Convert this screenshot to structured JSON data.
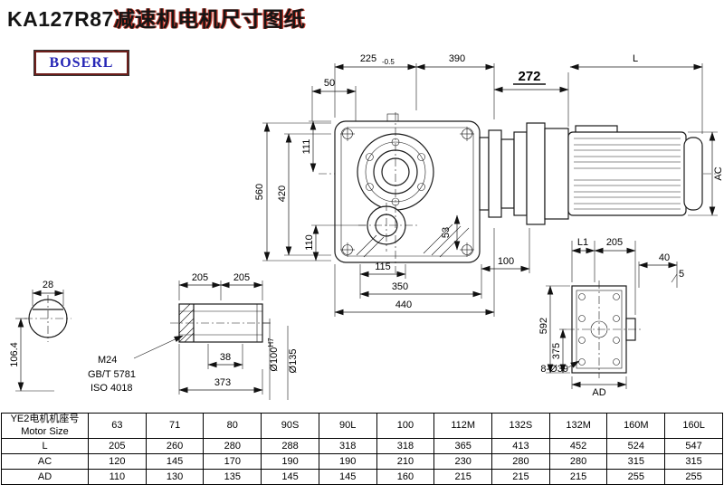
{
  "header": {
    "title_model": "KA127R87",
    "title_suffix": "减速机电机尺寸图纸",
    "logo": "BOSERL"
  },
  "drawing": {
    "top": {
      "d50": "50",
      "d225": "225",
      "tol": "-0.5",
      "d390": "390",
      "d272": "272",
      "L": "L"
    },
    "left": {
      "d560": "560",
      "d420": "420",
      "d111": "111",
      "d110": "110"
    },
    "front": {
      "d53": "53",
      "d115": "115",
      "d100": "100",
      "d350": "350",
      "d440": "440"
    },
    "right": {
      "AC": "AC"
    },
    "shaft_section": {
      "d28": "28",
      "d106": "106.4"
    },
    "shaft_detail": {
      "d205a": "205",
      "d205b": "205",
      "m24": "M24",
      "gbt": "GB/T 5781",
      "iso": "ISO 4018",
      "d38": "38",
      "d373": "373",
      "dia100": "Ø100",
      "h7": "H7",
      "dia135": "Ø135"
    },
    "rear": {
      "L1": "L1",
      "d205": "205",
      "d40": "40",
      "d5": "5",
      "d592": "592",
      "d375": "375",
      "AD": "AD",
      "holes": "8-Ø39"
    }
  },
  "table": {
    "row_header_cn": "YE2电机机座号",
    "row_header_en": "Motor Size",
    "sizes": [
      "63",
      "71",
      "80",
      "90S",
      "90L",
      "100",
      "112M",
      "132S",
      "132M",
      "160M",
      "160L"
    ],
    "rows": [
      {
        "label": "L",
        "values": [
          "205",
          "260",
          "280",
          "288",
          "318",
          "318",
          "365",
          "413",
          "452",
          "524",
          "547"
        ]
      },
      {
        "label": "AC",
        "values": [
          "120",
          "145",
          "170",
          "190",
          "190",
          "210",
          "230",
          "280",
          "280",
          "315",
          "315"
        ]
      },
      {
        "label": "AD",
        "values": [
          "110",
          "130",
          "135",
          "145",
          "145",
          "160",
          "215",
          "215",
          "215",
          "255",
          "255"
        ]
      }
    ]
  }
}
